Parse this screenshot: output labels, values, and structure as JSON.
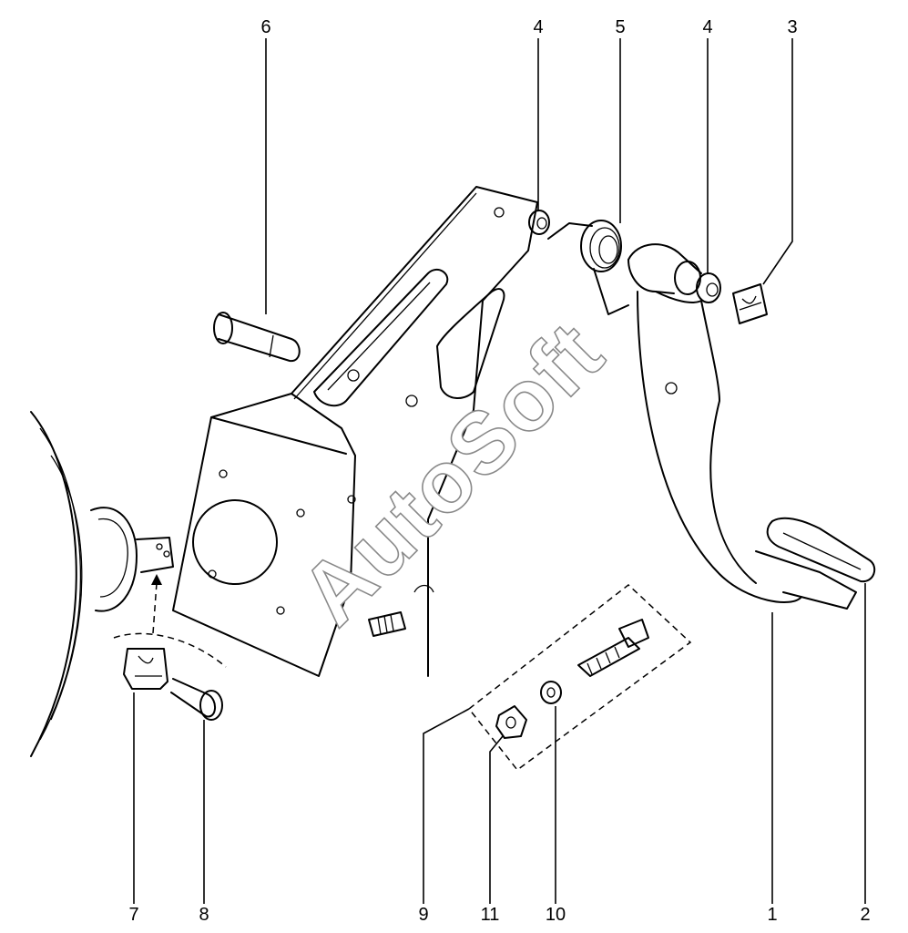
{
  "watermark": "AutoSoft",
  "callouts": {
    "c1": "1",
    "c2": "2",
    "c3": "3",
    "c4a": "4",
    "c4b": "4",
    "c5": "5",
    "c6": "6",
    "c7": "7",
    "c8": "8",
    "c9": "9",
    "c10": "10",
    "c11": "11"
  }
}
